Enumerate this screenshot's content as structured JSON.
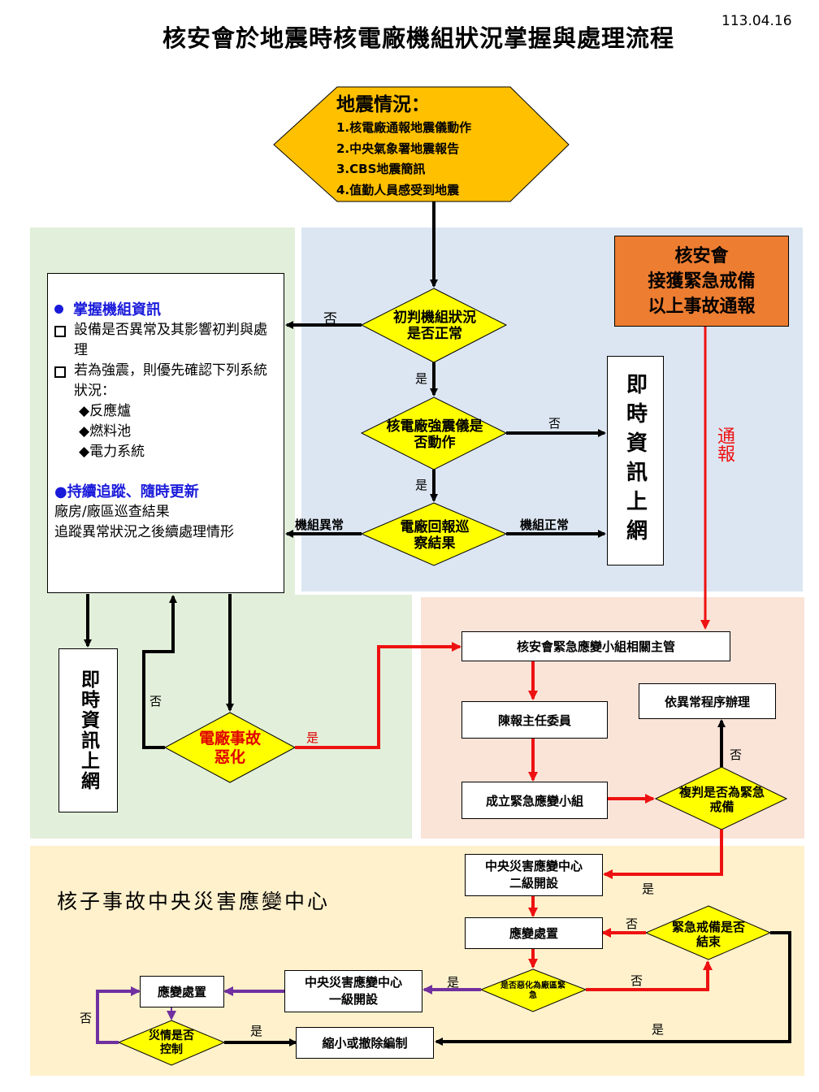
{
  "header": {
    "title": "核安會於地震時核電廠機組狀況掌握與處理流程",
    "date": "113.04.16"
  },
  "colors": {
    "region_green": "#e2efda",
    "region_blue": "#dce6f2",
    "region_peach": "#fae3d7",
    "region_yellow": "#fff1cc",
    "hexagon_fill": "#ffc000",
    "diamond_fill": "#ffff00",
    "orange_box": "#ed7d31",
    "arrow_black": "#000000",
    "arrow_red": "#ee1111",
    "arrow_purple": "#7030a0",
    "heading_blue": "#1a1adb"
  },
  "start": {
    "heading": "地震情況：",
    "items": [
      "1.核電廠通報地震儀動作",
      "2.中央氣象署地震報告",
      "3.CBS地震簡訊",
      "4.值勤人員感受到地震"
    ]
  },
  "info_panel": {
    "section1_title": "掌握機組資訊",
    "item1": "設備是否異常及其影響初判與處理",
    "item2": "若為強震，則優先確認下列系統狀況：",
    "systems": [
      "◆反應爐",
      "◆燃料池",
      "◆電力系統"
    ],
    "section2_title": "●持續追蹤、隨時更新",
    "line1": "廠房/廠區巡查結果",
    "line2": "追蹤異常狀況之後續處理情形"
  },
  "decisions": {
    "initial_check": "初判機組狀況是否正常",
    "seismometer": "核電廠強震儀是否動作",
    "plant_report": "電廠回報巡察結果",
    "plant_worsen": "電廠事故惡化",
    "recheck_alert": "複判是否為緊急戒備",
    "alert_ended": "緊急戒備是否結束",
    "worsen_site": "是否惡化為廠區緊急",
    "disaster_controlled": "災情是否控制"
  },
  "boxes": {
    "realtime_online_right": "即時資訊上網",
    "realtime_online_left": "即時資訊上網",
    "nsc_notified": [
      "核安會",
      "接獲緊急戒備",
      "以上事故通報"
    ],
    "nsc_supervisors": "核安會緊急應變小組相關主管",
    "report_chairman": "陳報主任委員",
    "form_team": "成立緊急應變小組",
    "abnormal_procedure": "依異常程序辦理",
    "center_level2": [
      "中央災害應變中心",
      "二級開設"
    ],
    "response_action_1": "應變處置",
    "center_level1": [
      "中央災害應變中心",
      "一級開設"
    ],
    "response_action_2": "應變處置",
    "downsize": "縮小或撤除編制"
  },
  "region_titles": {
    "central_center": "核子事故中央災害應變中心"
  },
  "edge_labels": {
    "no": "否",
    "yes": "是",
    "unit_abnormal": "機組異常",
    "unit_normal": "機組正常",
    "notify": "通報"
  }
}
